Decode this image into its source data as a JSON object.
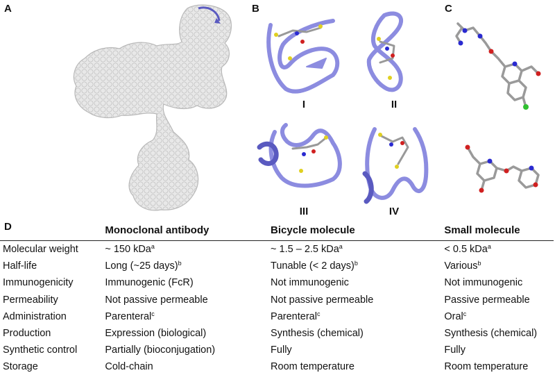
{
  "panels": {
    "a": "A",
    "b": "B",
    "c": "C",
    "d": "D"
  },
  "bicycle_labels": [
    "I",
    "II",
    "III",
    "IV"
  ],
  "colors": {
    "ribbon": "#8c8ce0",
    "ribbon_dark": "#5a5ac0",
    "surface": "#e6e6e6",
    "stick_grey": "#9a9a9a",
    "nitrogen": "#2a2ad0",
    "oxygen": "#d02020",
    "sulfur": "#e0d020",
    "chlorine": "#30c030"
  },
  "table": {
    "headers": [
      "",
      "Monoclonal antibody",
      "Bicycle molecule",
      "Small molecule"
    ],
    "rows": [
      {
        "property": "Molecular weight",
        "mab": "~ 150 kDa",
        "mab_sup": "a",
        "bicycle": "~ 1.5 – 2.5 kDa",
        "bicycle_sup": "a",
        "small": "< 0.5 kDa",
        "small_sup": "a"
      },
      {
        "property": "Half-life",
        "mab": "Long (~25 days)",
        "mab_sup": "b",
        "bicycle": "Tunable (< 2 days)",
        "bicycle_sup": "b",
        "small": "Various",
        "small_sup": "b"
      },
      {
        "property": "Immunogenicity",
        "mab": "Immunogenic (FcR)",
        "mab_sup": "",
        "bicycle": "Not immunogenic",
        "bicycle_sup": "",
        "small": "Not immunogenic",
        "small_sup": ""
      },
      {
        "property": "Permeability",
        "mab": "Not passive permeable",
        "mab_sup": "",
        "bicycle": "Not passive permeable",
        "bicycle_sup": "",
        "small": "Passive permeable",
        "small_sup": ""
      },
      {
        "property": "Administration",
        "mab": "Parenteral",
        "mab_sup": "c",
        "bicycle": "Parenteral",
        "bicycle_sup": "c",
        "small": "Oral",
        "small_sup": "c"
      },
      {
        "property": "Production",
        "mab": "Expression (biological)",
        "mab_sup": "",
        "bicycle": "Synthesis (chemical)",
        "bicycle_sup": "",
        "small": "Synthesis (chemical)",
        "small_sup": ""
      },
      {
        "property": "Synthetic control",
        "mab": "Partially (bioconjugation)",
        "mab_sup": "",
        "bicycle": "Fully",
        "bicycle_sup": "",
        "small": "Fully",
        "small_sup": ""
      },
      {
        "property": "Storage",
        "mab": "Cold-chain",
        "mab_sup": "",
        "bicycle": "Room temperature",
        "bicycle_sup": "",
        "small": "Room temperature",
        "small_sup": ""
      }
    ]
  }
}
